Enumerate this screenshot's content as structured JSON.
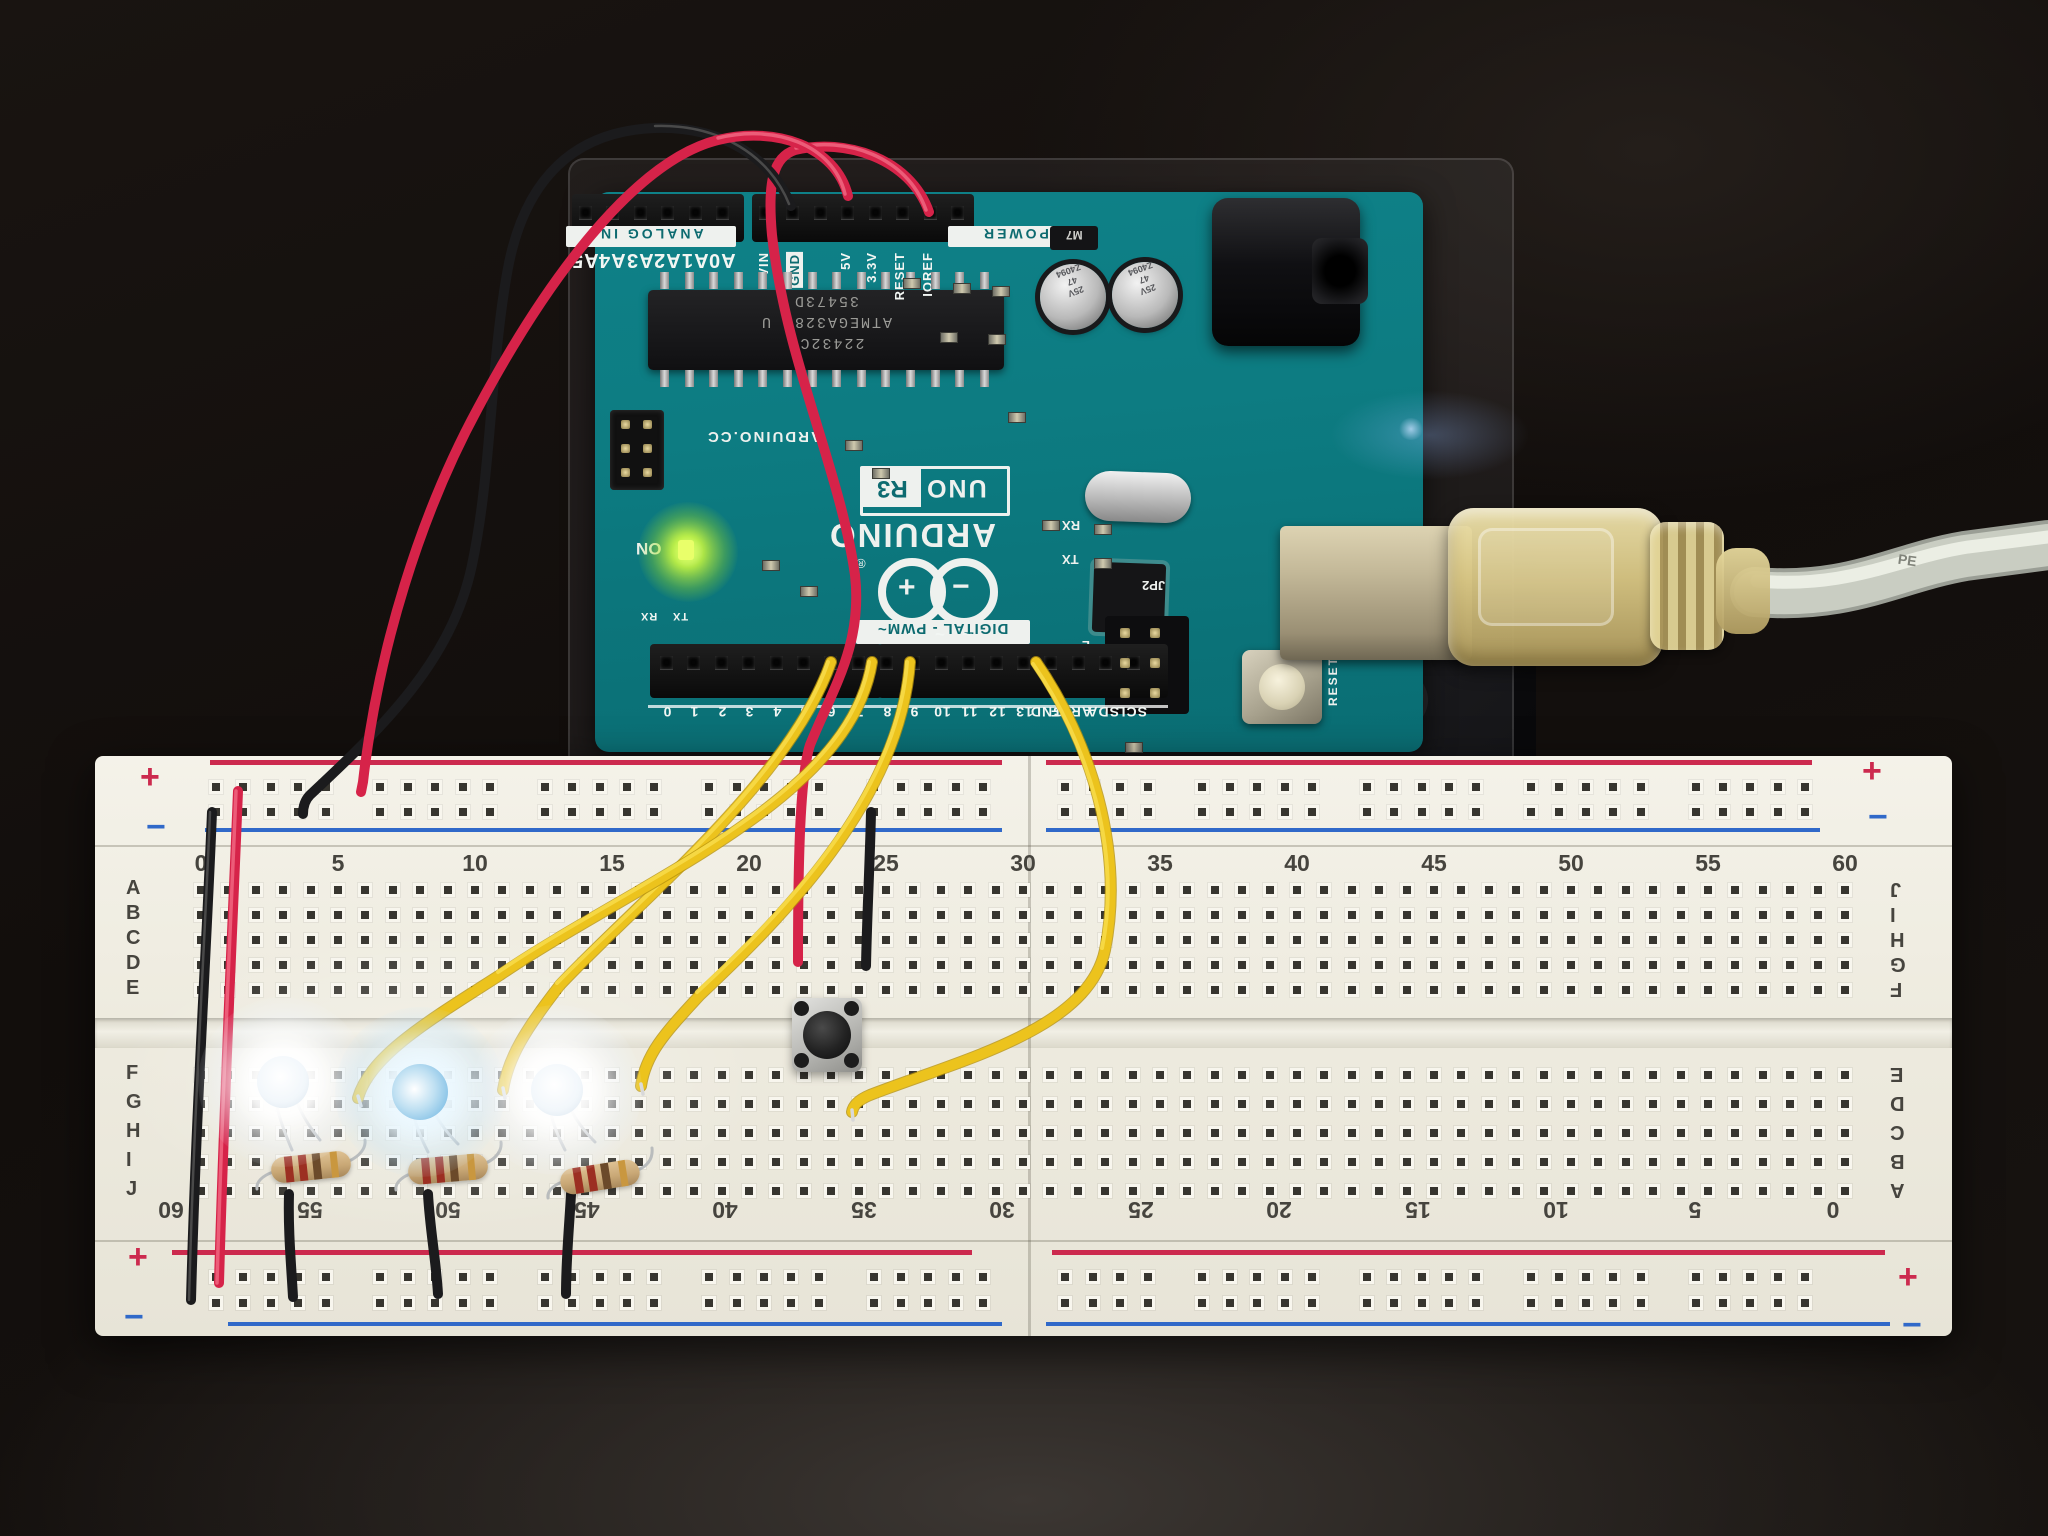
{
  "scene": {
    "background": "#14100d"
  },
  "arduino": {
    "pcb_color": "#0d7c82",
    "brand": "ARDUINO",
    "registered": "®",
    "model": "UNO",
    "revision": "R3",
    "website": "ARDUINO.CC",
    "on_label": "ON",
    "digital_strip_label": "DIGITAL - PWM~",
    "analog_strip_label": "ANALOG IN",
    "power_strip_label": "POWER",
    "reset_label": "RESET",
    "jp2_label": "JP2",
    "led_labels": {
      "l": "L",
      "tx": "TX",
      "rx": "RX"
    },
    "diode_label": "M7",
    "mcu": {
      "lines": [
        "35473D",
        "ATMEGA328P U",
        "22432C0"
      ]
    },
    "capacitors": {
      "lines": [
        "Z4094",
        "47",
        "25V"
      ]
    },
    "pins": {
      "analog": [
        "A5",
        "A4",
        "A3",
        "A2",
        "A1",
        "A0"
      ],
      "power": [
        "VIN",
        "GND",
        "5V",
        "3.3V",
        "RESET",
        "IOREF"
      ],
      "digital": [
        "0",
        "1",
        "2",
        "3",
        "4",
        "5",
        "6",
        "7",
        "8",
        "9",
        "10",
        "11",
        "12",
        "13",
        "GND",
        "AREF",
        "SDA",
        "SCL"
      ],
      "pwm_mark": "~",
      "pwm_pins": [
        "9",
        "10",
        "11"
      ]
    }
  },
  "breadboard": {
    "body_color": "#eeebdf",
    "top_numbers": [
      "0",
      "5",
      "10",
      "15",
      "20",
      "25",
      "30",
      "35",
      "40",
      "45",
      "50",
      "55",
      "60"
    ],
    "bottom_numbers": [
      "60",
      "55",
      "50",
      "45",
      "40",
      "35",
      "30",
      "25",
      "20",
      "15",
      "10",
      "5",
      "0"
    ],
    "left_letters_top": [
      "A",
      "B",
      "C",
      "D",
      "E"
    ],
    "left_letters_bottom": [
      "F",
      "G",
      "H",
      "I",
      "J"
    ],
    "right_letters_top": [
      "J",
      "I",
      "H",
      "G",
      "F"
    ],
    "right_letters_bottom": [
      "E",
      "D",
      "C",
      "B",
      "A"
    ],
    "plus": "+",
    "minus": "−",
    "rail_red": "#cc2a4e",
    "rail_blue": "#3069c9"
  },
  "components": {
    "wire_yellow": "#ecc31d",
    "wire_red": "#d62349",
    "wire_black": "#1b1b1d",
    "led_color": "#ffffff",
    "resistor_body": "#c9a876"
  },
  "usb": {
    "cable_marking": "PE"
  }
}
